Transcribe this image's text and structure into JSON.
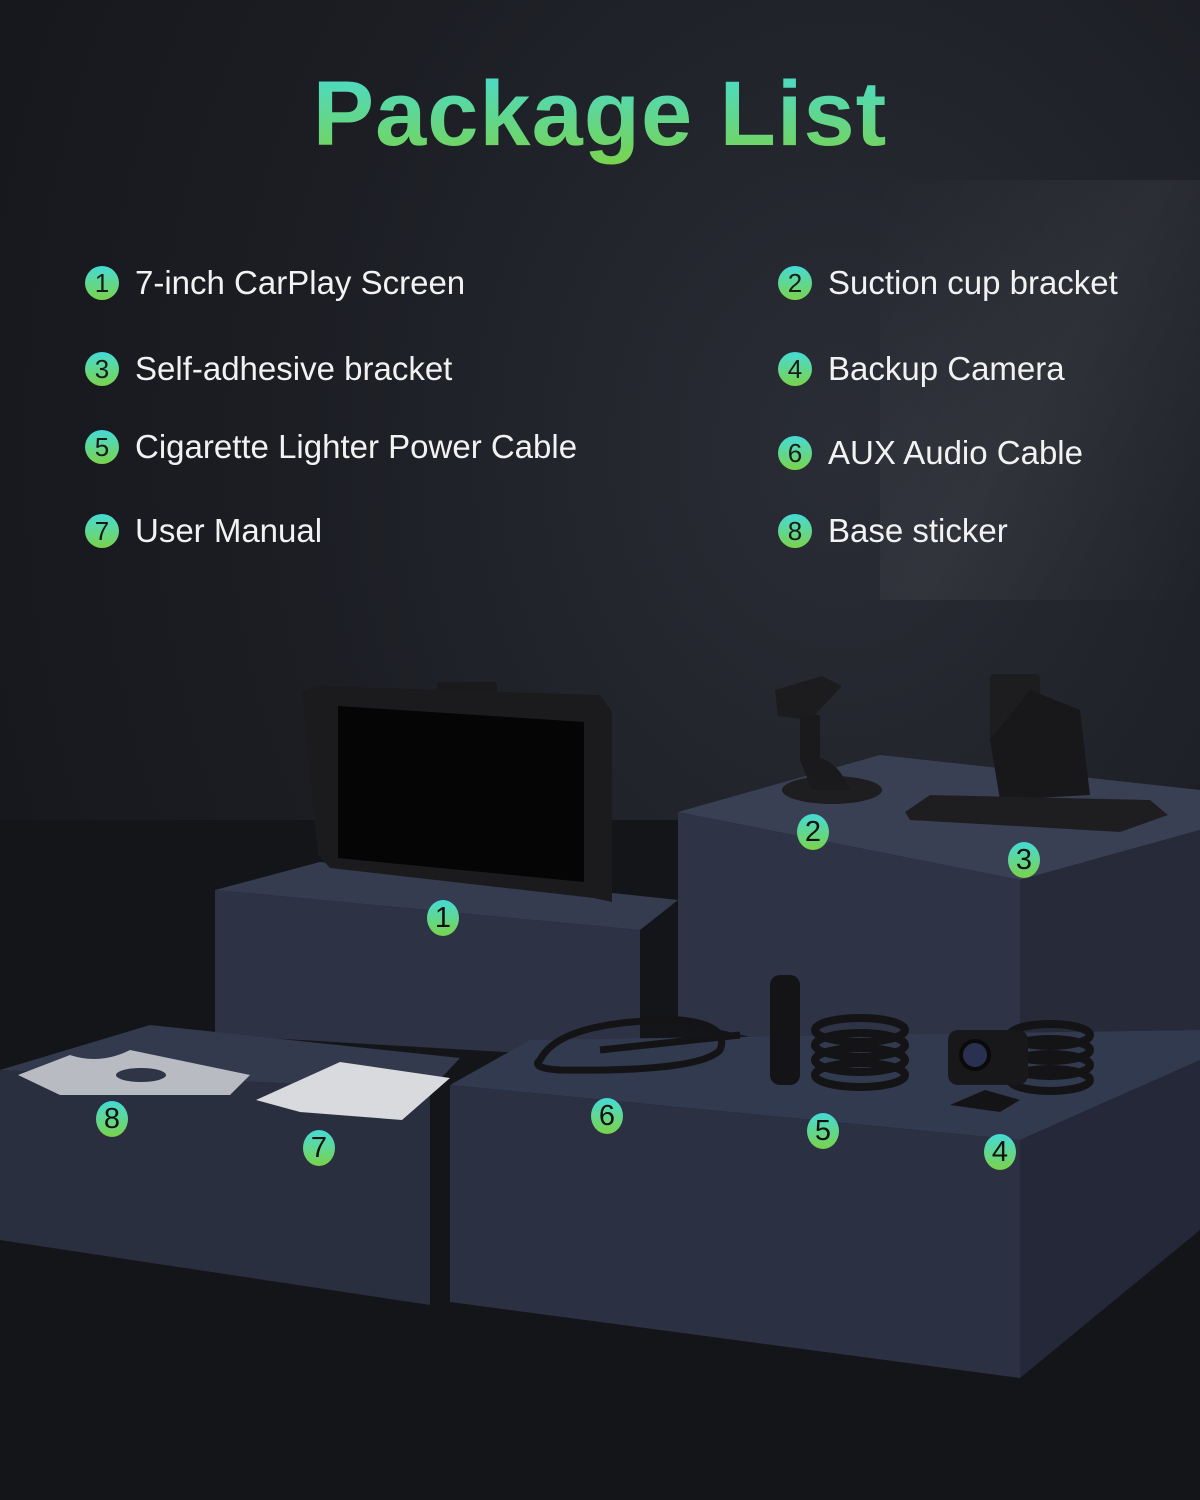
{
  "title": "Package List",
  "items": [
    {
      "num": "1",
      "label": "7-inch CarPlay Screen"
    },
    {
      "num": "2",
      "label": "Suction cup bracket"
    },
    {
      "num": "3",
      "label": "Self-adhesive bracket"
    },
    {
      "num": "4",
      "label": "Backup Camera"
    },
    {
      "num": "5",
      "label": "Cigarette Lighter Power Cable"
    },
    {
      "num": "6",
      "label": "AUX Audio Cable"
    },
    {
      "num": "7",
      "label": "User Manual"
    },
    {
      "num": "8",
      "label": "Base sticker"
    }
  ],
  "colors": {
    "accent_top": "#45dbd8",
    "accent_bottom": "#7ad34a",
    "block": "#2f3446"
  }
}
